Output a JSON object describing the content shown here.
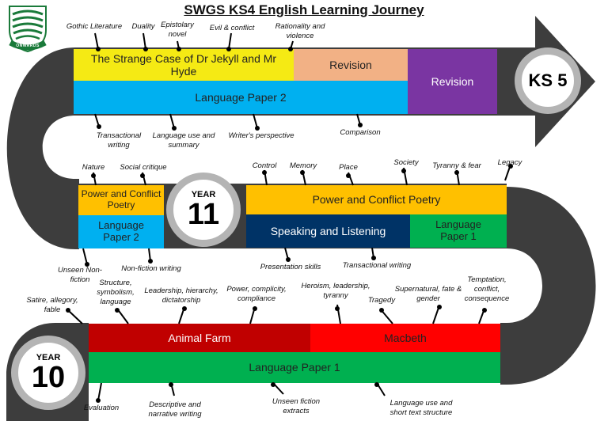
{
  "title": "SWGS KS4 English Learning Journey",
  "logo": {
    "motto": "ONWARDS"
  },
  "colors": {
    "track": "#3d3d3d",
    "jekyll": "#f5ea14",
    "revision_peach": "#f2b185",
    "revision_purple": "#7a35a2",
    "language_blue": "#00b0f0",
    "poetry_gold": "#ffc000",
    "speaking_navy": "#003366",
    "green": "#00b050",
    "animal_farm": "#c00000",
    "macbeth": "#ff0000"
  },
  "rings": {
    "ks5": "KS 5",
    "year11": {
      "small": "YEAR",
      "big": "11"
    },
    "year10": {
      "small": "YEAR",
      "big": "10"
    }
  },
  "row_top": {
    "jekyll": "The Strange Case of Dr Jekyll and Mr Hyde",
    "revision1": "Revision",
    "revision2": "Revision",
    "language2": "Language Paper 2",
    "labels_above": [
      "Gothic Literature",
      "Duality",
      "Epistolary novel",
      "Evil & conflict",
      "Rationality and violence"
    ],
    "labels_below": [
      "Transactional writing",
      "Language use and summary",
      "Writer's perspective",
      "Comparison"
    ]
  },
  "row_mid": {
    "poetry_left": "Power and Conflict Poetry",
    "language2": "Language Paper 2",
    "poetry_main": "Power and Conflict Poetry",
    "speaking": "Speaking and Listening",
    "language1": "Language Paper 1",
    "labels_above": [
      "Nature",
      "Social critique",
      "Control",
      "Memory",
      "Place",
      "Society",
      "Tyranny & fear",
      "Legacy"
    ],
    "labels_below": [
      "Unseen Non-fiction",
      "Non-fiction writing",
      "Presentation skills",
      "Transactional writing"
    ]
  },
  "row_bottom": {
    "animal_farm": "Animal Farm",
    "macbeth": "Macbeth",
    "language1": "Language Paper 1",
    "labels_above": [
      "Satire, allegory, fable",
      "Structure, symbolism, language",
      "Leadership, hierarchy, dictatorship",
      "Power, complicity, compliance",
      "Heroism, leadership, tyranny",
      "Tragedy",
      "Supernatural, fate & gender",
      "Temptation, conflict, consequence"
    ],
    "labels_below": [
      "Evaluation",
      "Descriptive and narrative writing",
      "Unseen fiction extracts",
      "Language use and short text structure"
    ]
  }
}
